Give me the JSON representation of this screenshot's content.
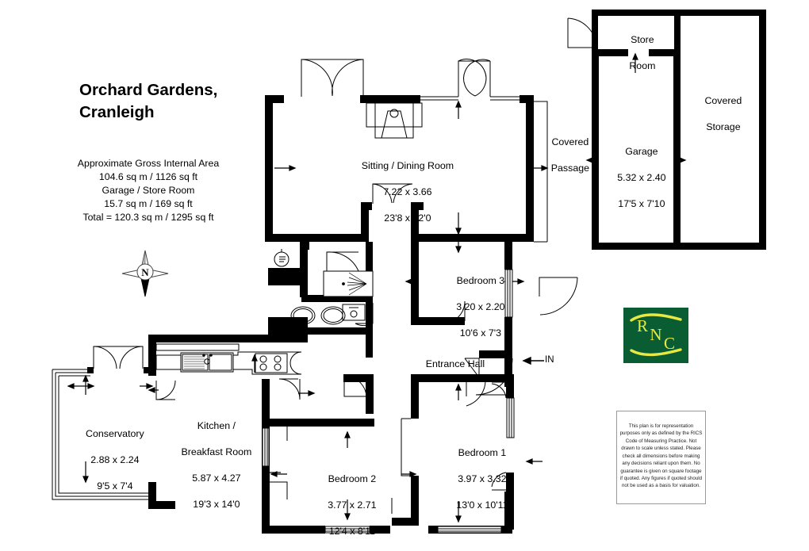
{
  "document": {
    "type": "floor-plan",
    "title_line1": "Orchard Gardens,",
    "title_line2": "Cranleigh"
  },
  "area_summary": {
    "line1": "Approximate Gross Internal Area",
    "line2": "104.6 sq m / 1126 sq ft",
    "line3": "Garage / Store Room",
    "line4": "15.7 sq m / 169 sq ft",
    "line5": "Total = 120.3 sq m / 1295 sq ft"
  },
  "compass": {
    "label": "N"
  },
  "entrance": {
    "label": "IN"
  },
  "rooms": [
    {
      "id": "sitting-dining-room",
      "name": "Sitting / Dining Room",
      "metric": "7.22 x 3.66",
      "imperial": "23'8 x 12'0"
    },
    {
      "id": "bedroom-3",
      "name": "Bedroom 3",
      "metric": "3.20 x 2.20",
      "imperial": "10'6 x 7'3"
    },
    {
      "id": "bedroom-1",
      "name": "Bedroom 1",
      "metric": "3.97 x 3.32",
      "imperial": "13'0 x 10'11"
    },
    {
      "id": "bedroom-2",
      "name": "Bedroom 2",
      "metric": "3.77 x 2.71",
      "imperial": "12'4 x 8'11"
    },
    {
      "id": "kitchen-breakfast-room",
      "name_line1": "Kitchen /",
      "name_line2": "Breakfast Room",
      "metric": "5.87 x 4.27",
      "imperial": "19'3 x 14'0"
    },
    {
      "id": "conservatory",
      "name": "Conservatory",
      "metric": "2.88 x 2.24",
      "imperial": "9'5 x 7'4"
    },
    {
      "id": "garage",
      "name": "Garage",
      "metric": "5.32 x 2.40",
      "imperial": "17'5 x 7'10"
    }
  ],
  "unlabelled_spaces": [
    {
      "id": "entrance-hall",
      "name": "Entrance Hall"
    },
    {
      "id": "covered-passage",
      "name_line1": "Covered",
      "name_line2": "Passage"
    },
    {
      "id": "store-room",
      "name_line1": "Store",
      "name_line2": "Room"
    },
    {
      "id": "covered-storage",
      "name_line1": "Covered",
      "name_line2": "Storage"
    }
  ],
  "logo": {
    "text": "RNC",
    "background": "#0a5d33",
    "foreground": "#e8e842"
  },
  "disclaimer": {
    "text": "This plan is for representation purposes only as defined by the RICS Code of Measuring Practice. Not drawn to scale unless stated. Please check all dimensions before making any decisions reliant upon them. No guarantee is given on square footage if quoted. Any figures if quoted should not be used as a basis for valuation."
  }
}
